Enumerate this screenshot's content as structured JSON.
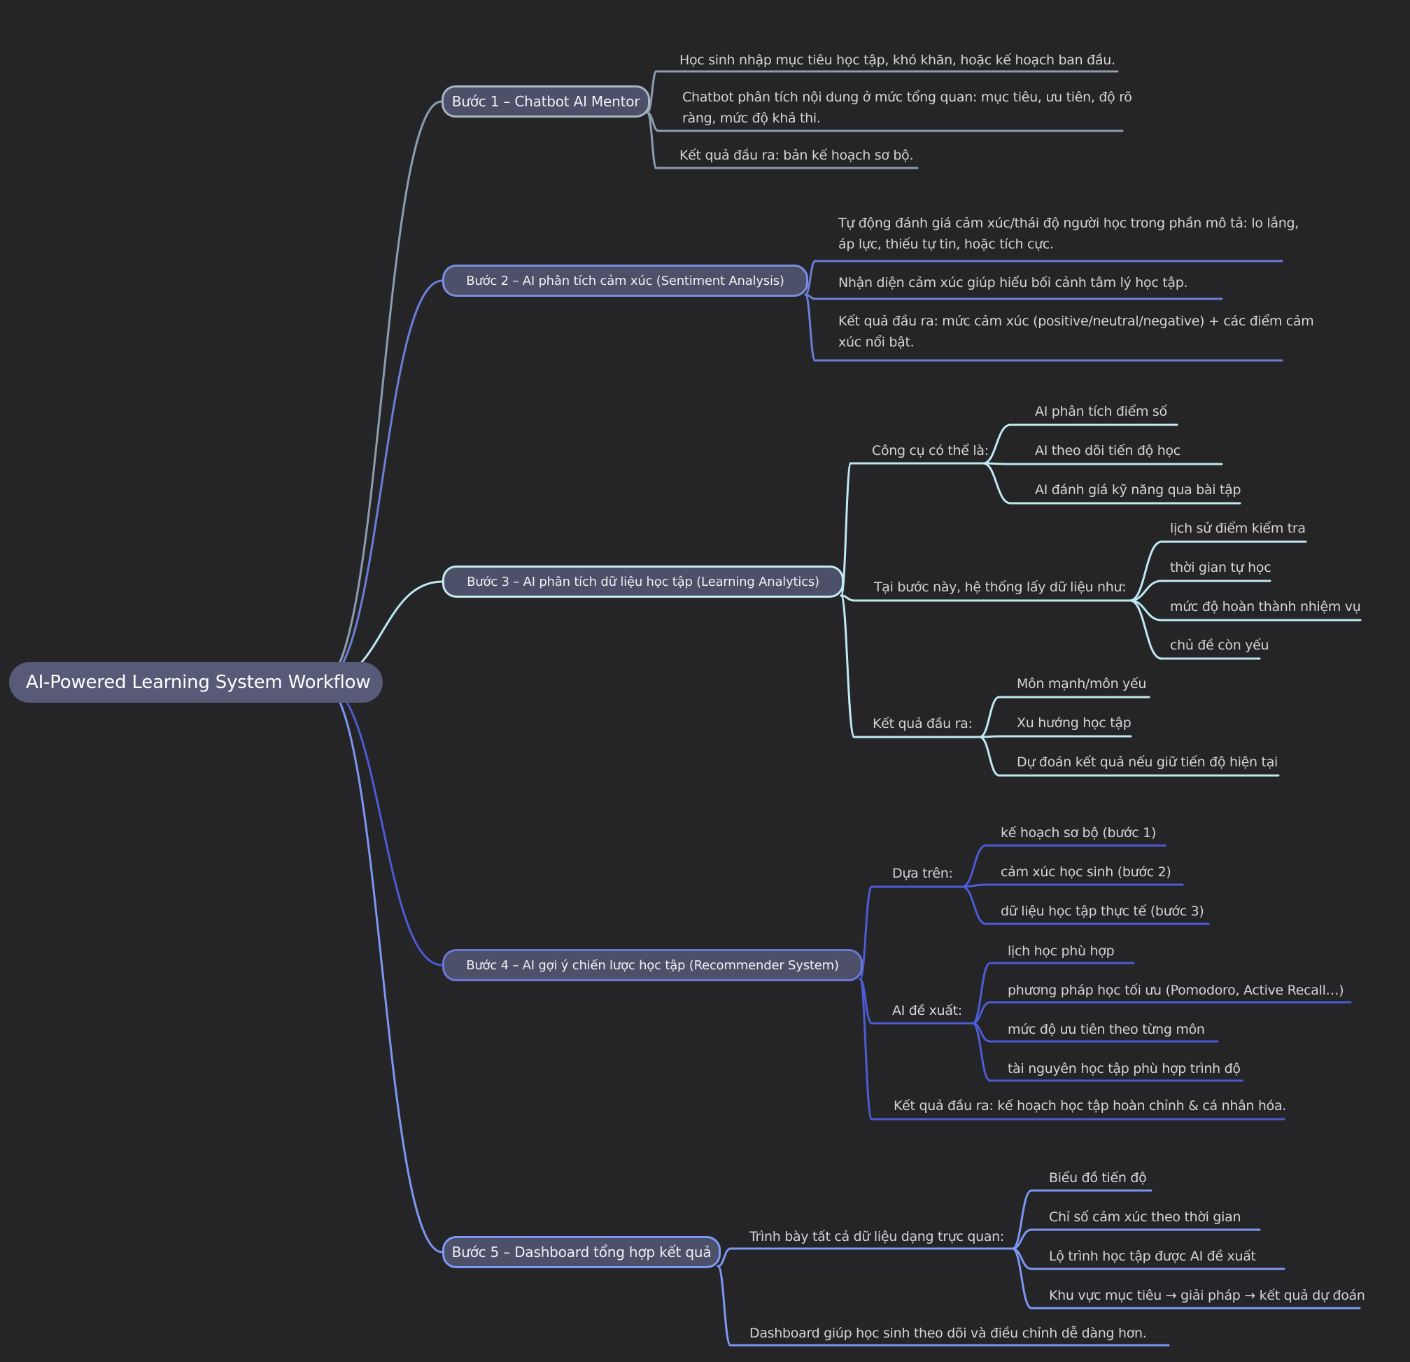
{
  "title": "AI-Powered Learning System Workflow",
  "theme": {
    "background": "#252527",
    "root_fill": "#575b78",
    "node_fill": "#4c5069",
    "text_color": "#d4d4d6"
  },
  "root": {
    "label": "AI-Powered Learning System Workflow"
  },
  "branches": [
    {
      "label": "Bước 1 – Chatbot AI Mentor",
      "color": "#8c9db0",
      "children": [
        {
          "text": "Học sinh nhập mục tiêu học tập, khó khăn, hoặc kế hoạch ban đầu."
        },
        {
          "text": "Chatbot phân tích nội dung ở mức tổng quan: mục tiêu, ưu tiên, độ rõ ràng, mức độ khả thi."
        },
        {
          "text": "Kết quả đầu ra: bản kế hoạch sơ bộ."
        }
      ]
    },
    {
      "label": "Bước 2 – AI phân tích cảm xúc (Sentiment Analysis)",
      "color": "#6b7ed8",
      "children": [
        {
          "text": "Tự động đánh giá cảm xúc/thái độ người học trong phần mô tả: lo lắng, áp lực, thiếu tự tin, hoặc tích cực."
        },
        {
          "text": "Nhận diện cảm xúc giúp hiểu bối cảnh tâm lý học tập."
        },
        {
          "text": "Kết quả đầu ra: mức cảm xúc (positive/neutral/negative) + các điểm cảm xúc nổi bật."
        }
      ]
    },
    {
      "label": "Bước 3 – AI phân tích dữ liệu học tập (Learning Analytics)",
      "color": "#bfe9f1",
      "children": [
        {
          "text": "Công cụ có thể là:",
          "children": [
            "AI phân tích điểm số",
            "AI theo dõi tiến độ học",
            "AI đánh giá kỹ năng qua bài tập"
          ]
        },
        {
          "text": "Tại bước này, hệ thống lấy dữ liệu như:",
          "children": [
            "lịch sử điểm kiểm tra",
            "thời gian tự học",
            "mức độ hoàn thành nhiệm vụ",
            "chủ đề còn yếu"
          ]
        },
        {
          "text": "Kết quả đầu ra:",
          "children": [
            "Môn mạnh/môn yếu",
            "Xu hướng học tập",
            "Dự đoán kết quả nếu giữ tiến độ hiện tại"
          ]
        }
      ]
    },
    {
      "label": "Bước 4 – AI gợi ý chiến lược học tập (Recommender System)",
      "color": "#4c5cd4",
      "children": [
        {
          "text": "Dựa trên:",
          "children": [
            "kế hoạch sơ bộ (bước 1)",
            "cảm xúc học sinh (bước 2)",
            "dữ liệu học tập thực tế (bước 3)"
          ]
        },
        {
          "text": "AI đề xuất:",
          "children": [
            "lịch học phù hợp",
            "phương pháp học tối ưu (Pomodoro, Active Recall…)",
            "mức độ ưu tiên theo từng môn",
            "tài nguyên học tập phù hợp trình độ"
          ]
        },
        {
          "text": "Kết quả đầu ra: kế hoạch học tập hoàn chỉnh & cá nhân hóa."
        }
      ]
    },
    {
      "label": "Bước 5 – Dashboard tổng hợp kết quả",
      "color": "#7b97f2",
      "children": [
        {
          "text": "Trình bày tất cả dữ liệu dạng trực quan:",
          "children": [
            "Biểu đồ tiến độ",
            "Chỉ số cảm xúc theo thời gian",
            "Lộ trình học tập được AI đề xuất",
            "Khu vực mục tiêu → giải pháp → kết quả dự đoán"
          ]
        },
        {
          "text": "Dashboard giúp học sinh theo dõi và điều chỉnh dễ dàng hơn."
        }
      ]
    }
  ]
}
